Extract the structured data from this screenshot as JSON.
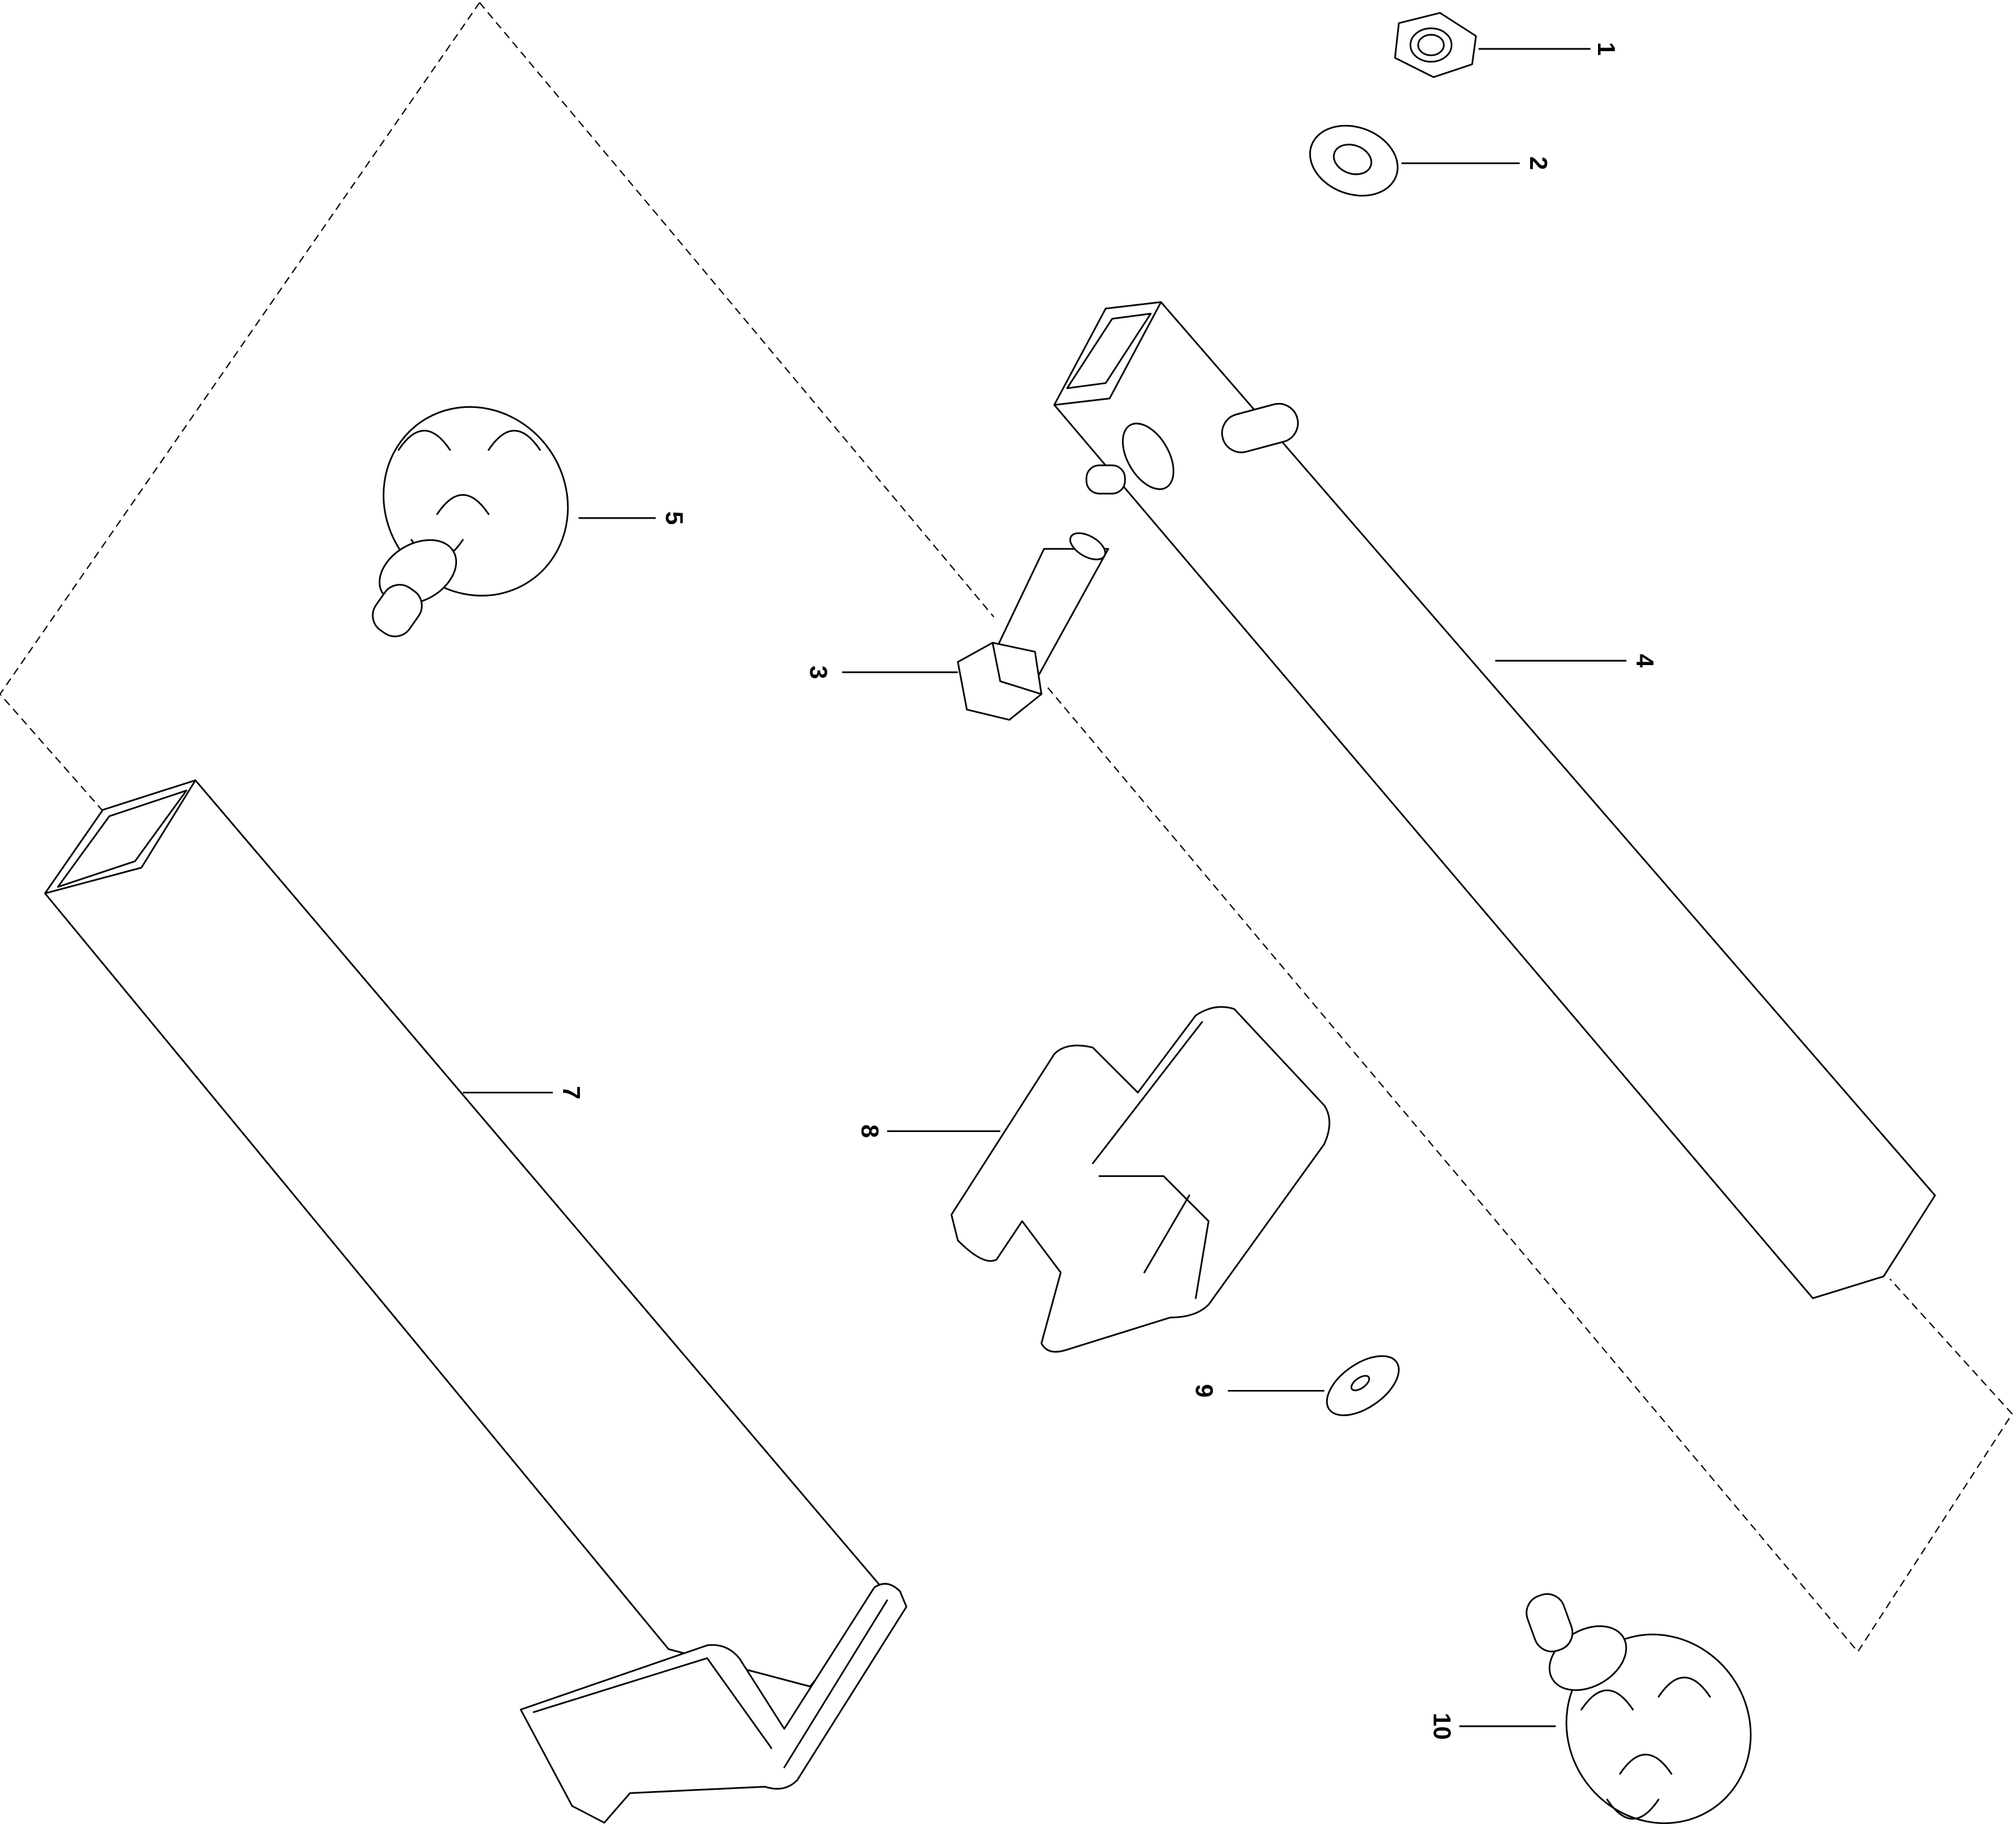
{
  "diagram": {
    "type": "exploded-parts-diagram",
    "callouts": [
      {
        "number": "1",
        "part": "hex-nut"
      },
      {
        "number": "2",
        "part": "flat-washer"
      },
      {
        "number": "3",
        "part": "hex-bolt"
      },
      {
        "number": "4",
        "part": "square-tube-arm"
      },
      {
        "number": "5",
        "part": "adjustable-foot"
      },
      {
        "number": "7",
        "part": "square-tube-leg"
      },
      {
        "number": "8",
        "part": "bracket-plate"
      },
      {
        "number": "9",
        "part": "small-washer"
      },
      {
        "number": "10",
        "part": "adjustable-foot"
      }
    ]
  }
}
